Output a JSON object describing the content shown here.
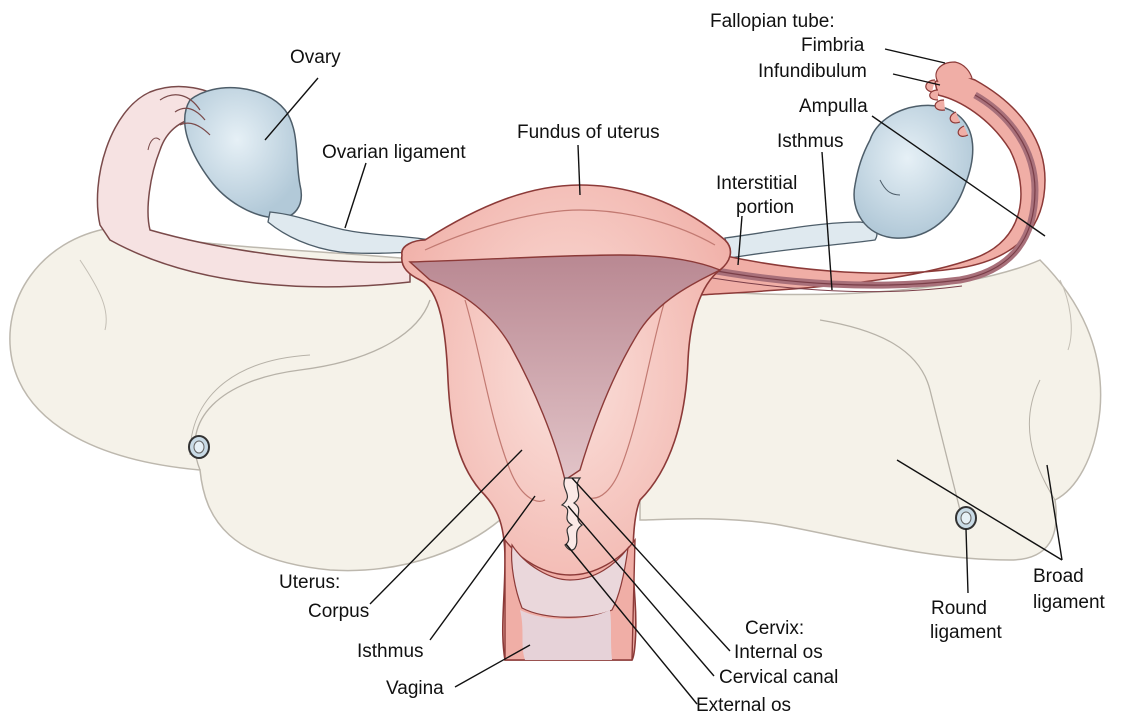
{
  "labels": {
    "ovary": "Ovary",
    "ovarian_ligament": "Ovarian ligament",
    "fundus": "Fundus of uterus",
    "fallopian_tube": "Fallopian tube:",
    "fimbria": "Fimbria",
    "infundibulum": "Infundibulum",
    "ampulla": "Ampulla",
    "isthmus_tube": "Isthmus",
    "interstitial_1": "Interstitial",
    "interstitial_2": "portion",
    "uterus": "Uterus:",
    "corpus": "Corpus",
    "isthmus_uterus": "Isthmus",
    "vagina": "Vagina",
    "cervix": "Cervix:",
    "internal_os": "Internal os",
    "cervical_canal": "Cervical canal",
    "external_os": "External os",
    "round_1": "Round",
    "round_2": "ligament",
    "broad_1": "Broad",
    "broad_2": "ligament"
  },
  "colors": {
    "uterus_wall": "#f0b4ac",
    "uterus_outline": "#8c3a38",
    "cavity": "#c79ba4",
    "ovary": "#c9dbe6",
    "broad_ligament": "#f5f2e9",
    "left_tube": "#f6e2e2",
    "tube_lumen": "#a8707a"
  }
}
